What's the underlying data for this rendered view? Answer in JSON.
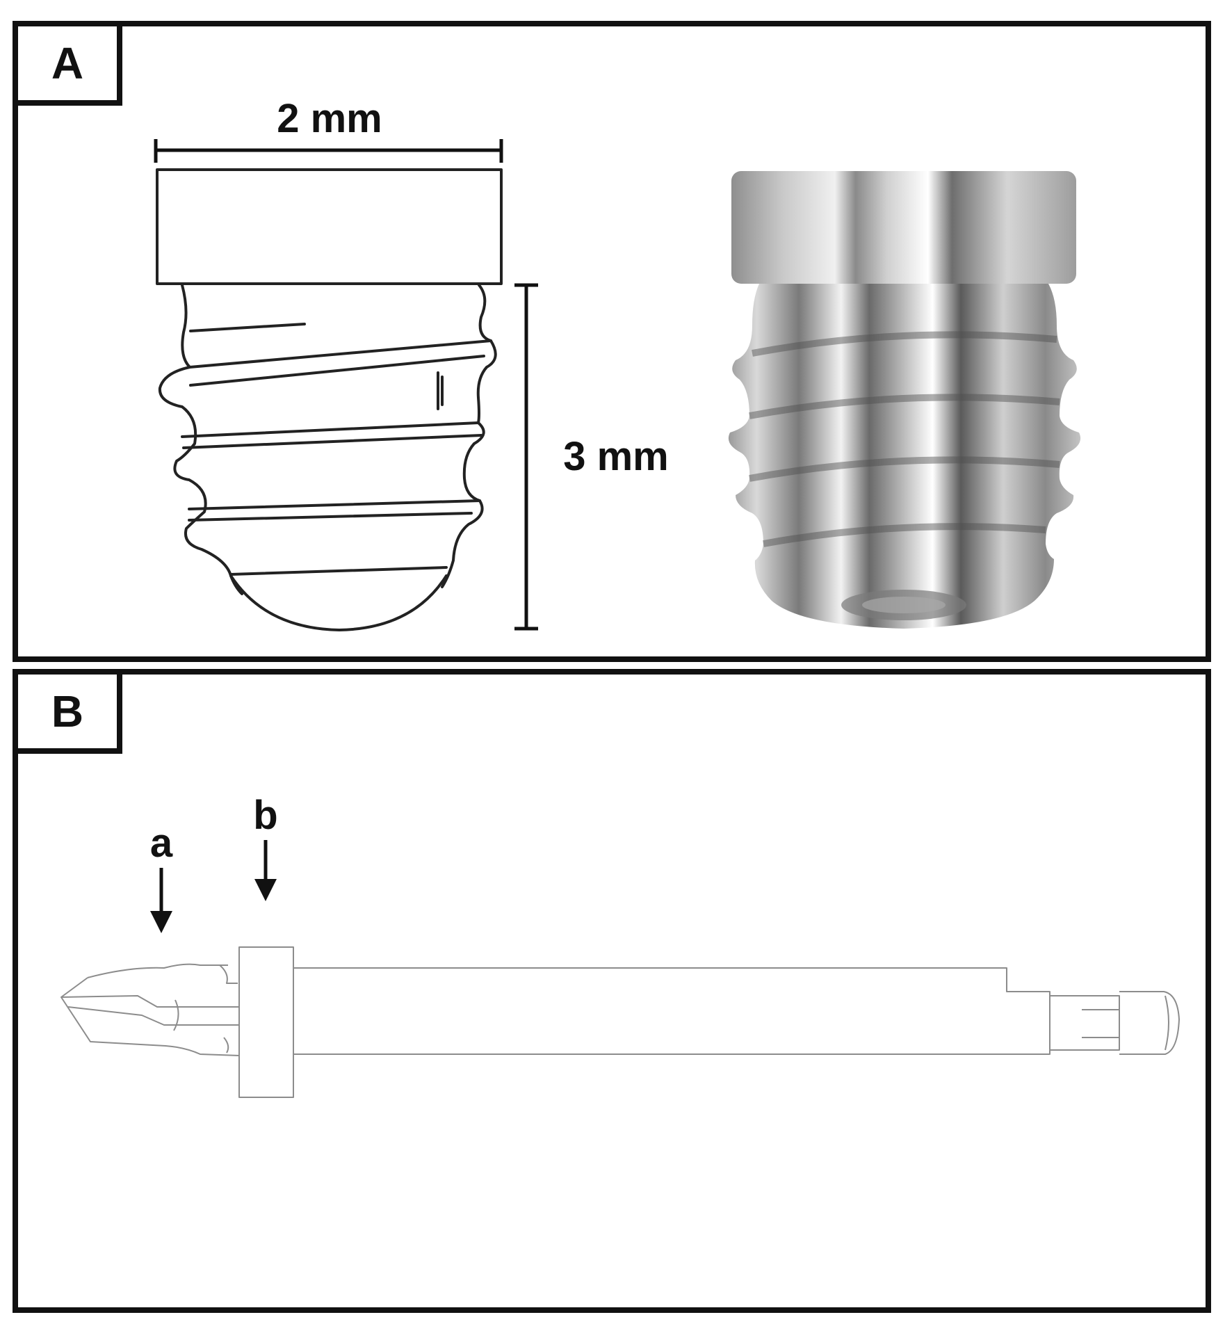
{
  "figure": {
    "panel_a": {
      "label": "A",
      "width_dimension": "2 mm",
      "height_dimension": "3 mm"
    },
    "panel_b": {
      "label": "B",
      "arrow_a_label": "a",
      "arrow_b_label": "b"
    }
  },
  "colors": {
    "frame": "#111111",
    "line_art": "#222222",
    "outline_light": "#8c8c8c",
    "metal_light": "#e6e6e6",
    "metal_mid": "#b3b3b3",
    "metal_dark": "#5a5a5a"
  }
}
